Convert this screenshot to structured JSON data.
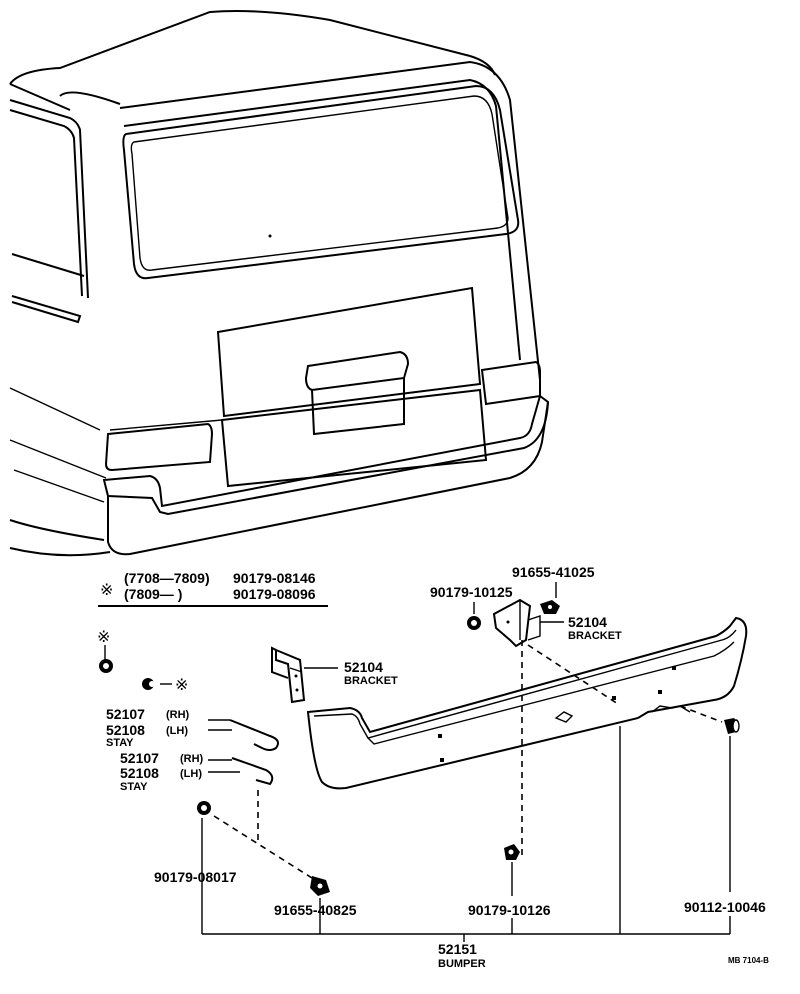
{
  "legend": {
    "symbol": "※",
    "rows": [
      {
        "range": "(7708—7809)",
        "part": "90179-08146"
      },
      {
        "range": "(7809—        )",
        "part": "90179-08096"
      }
    ]
  },
  "parts": {
    "p91655_41025": "91655-41025",
    "p90179_10125": "90179-10125",
    "bracket_right": {
      "number": "52104",
      "name": "BRACKET"
    },
    "bracket_left": {
      "number": "52104",
      "name": "BRACKET"
    },
    "stay_upper": {
      "rh": "52107",
      "lh": "52108",
      "rh_tag": "(RH)",
      "lh_tag": "(LH)",
      "name": "STAY"
    },
    "stay_lower": {
      "rh": "52107",
      "lh": "52108",
      "rh_tag": "(RH)",
      "lh_tag": "(LH)",
      "name": "STAY"
    },
    "p90179_08017": "90179-08017",
    "p91655_40825": "91655-40825",
    "p90179_10126": "90179-10126",
    "p90112_10046": "90112-10046",
    "bumper": {
      "number": "52151",
      "name": "BUMPER"
    }
  },
  "marks": {
    "left_symbol": "※",
    "mid_symbol": "※"
  },
  "figure_code": "MB 7104-B"
}
